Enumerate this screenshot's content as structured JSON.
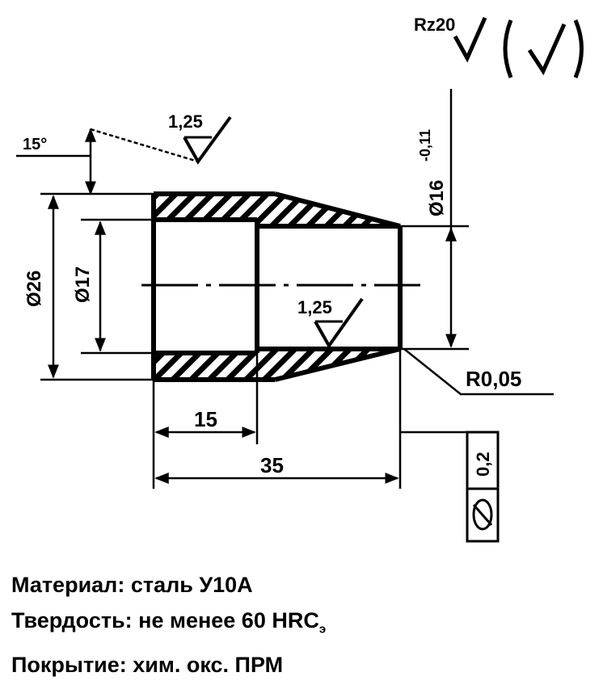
{
  "roughness": {
    "general": "Rz20",
    "wall_surface": "1,25",
    "bore_surface": "1,25"
  },
  "dimensions": {
    "angle": "15°",
    "outer_diameter": "Ø26",
    "bore_diameter": "Ø17",
    "small_diameter": "Ø16",
    "small_diameter_tolerance": "-0,11",
    "fillet_radius": "R0,05",
    "bore_length": "15",
    "total_length": "35"
  },
  "geometric_tolerance": {
    "value": "0,2",
    "symbol": "cylindricity-icon"
  },
  "notes": {
    "material": "Материал: сталь У10А",
    "hardness": "Твердость: не менее 60 HRC",
    "hardness_sub": "э",
    "coating": "Покрытие: хим. окс. ПРМ"
  }
}
